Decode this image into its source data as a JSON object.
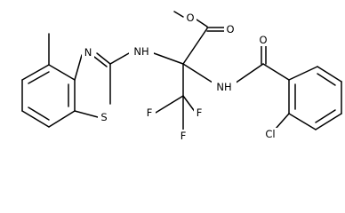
{
  "molecule": {
    "atoms": {
      "ester_o": "O",
      "carbonyl_o": "O",
      "amide_o": "O",
      "nh_left": "NH",
      "nh_right": "NH",
      "ring_n": "N",
      "ring_s": "S",
      "f_left": "F",
      "f_mid": "F",
      "f_low": "F",
      "chlorine": "Cl"
    }
  }
}
